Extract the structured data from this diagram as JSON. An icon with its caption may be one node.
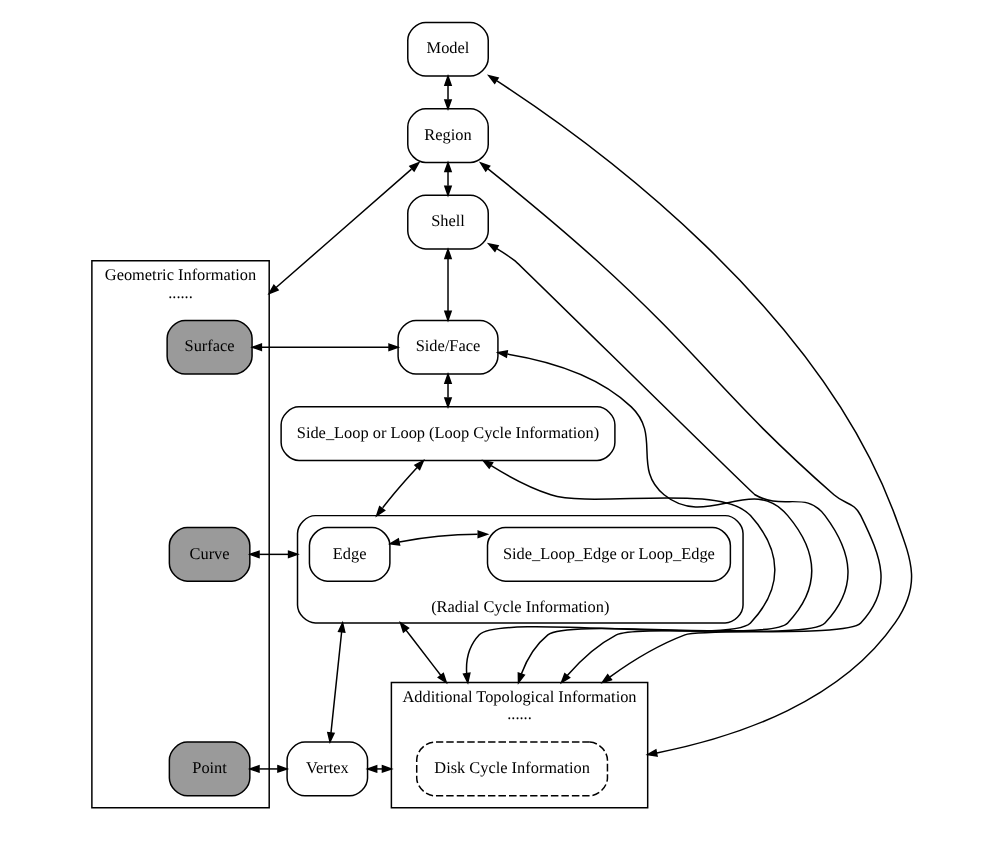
{
  "diagram": {
    "nodes": [
      {
        "text": [
          "Geometric Information",
          "......"
        ]
      },
      {
        "text": [
          "Surface"
        ],
        "in": 0
      },
      {
        "text": [
          "Curve"
        ],
        "in": 0
      },
      {
        "text": [
          "Point"
        ],
        "in": 0
      },
      {
        "text": [
          "Model"
        ]
      },
      {
        "text": [
          "Region"
        ]
      },
      {
        "text": [
          "Shell"
        ]
      },
      {
        "text": [
          "Side/Face"
        ]
      },
      {
        "text": [
          "Side_Loop or Loop (Loop Cycle Information)"
        ]
      },
      {
        "text": [
          "(Radial Cycle Information)"
        ]
      },
      {
        "text": [
          "Edge"
        ],
        "in": 9
      },
      {
        "text": [
          "Side_Loop_Edge or Loop_Edge"
        ],
        "in": 9
      },
      {
        "text": [
          "Vertex"
        ]
      },
      {
        "text": [
          "Additional Topological Information",
          "......"
        ]
      },
      {
        "text": [
          "Disk Cycle Information"
        ],
        "in": 13
      }
    ],
    "edges": [
      {
        "from": 4,
        "to": 5,
        "arrow": "both"
      },
      {
        "from": 5,
        "to": 6,
        "arrow": "both"
      },
      {
        "from": 6,
        "to": 7,
        "arrow": "both"
      },
      {
        "from": 7,
        "to": 8,
        "arrow": "both"
      },
      {
        "from": 8,
        "to": 9,
        "arrow": "both"
      },
      {
        "from": 10,
        "to": 11,
        "arrow": "both"
      },
      {
        "from": 9,
        "to": 12,
        "arrow": "both"
      },
      {
        "from": 0,
        "to": 5,
        "arrow": "both"
      },
      {
        "from": 1,
        "to": 7,
        "arrow": "both"
      },
      {
        "from": 2,
        "to": 9,
        "arrow": "both"
      },
      {
        "from": 3,
        "to": 12,
        "arrow": "both"
      },
      {
        "from": 4,
        "to": 13,
        "arrow": "both"
      },
      {
        "from": 5,
        "to": 13,
        "arrow": "both"
      },
      {
        "from": 6,
        "to": 13,
        "arrow": "both"
      },
      {
        "from": 7,
        "to": 13,
        "arrow": "both"
      },
      {
        "from": 8,
        "to": 13,
        "arrow": "both"
      },
      {
        "from": 9,
        "to": 13,
        "arrow": "both"
      },
      {
        "from": 12,
        "to": 13,
        "arrow": "both"
      }
    ]
  }
}
